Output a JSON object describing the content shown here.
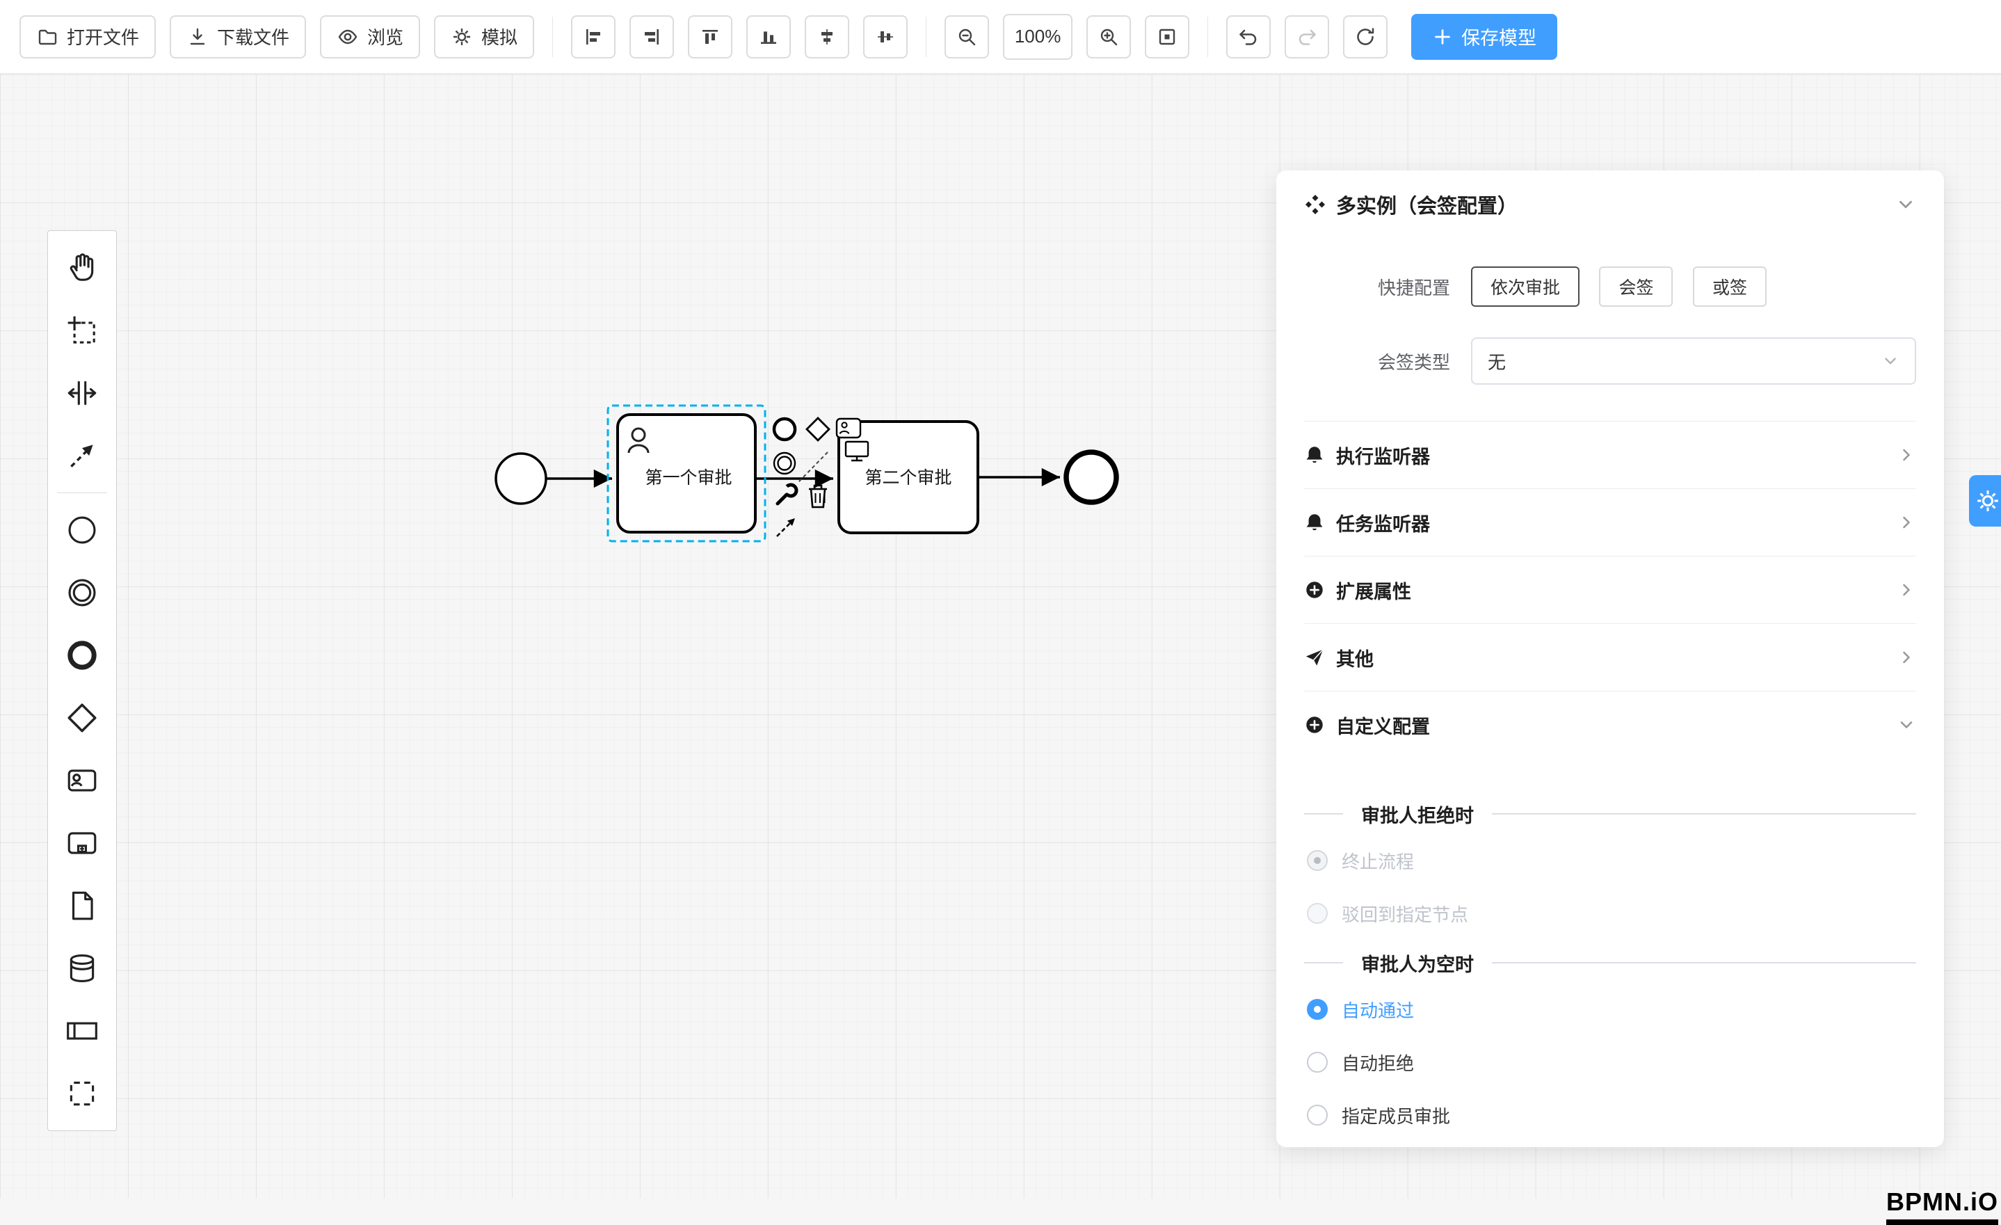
{
  "toolbar": {
    "open_file": "打开文件",
    "download_file": "下载文件",
    "preview": "浏览",
    "simulate": "模拟",
    "zoom_level": "100%",
    "save_model": "保存模型",
    "icons": [
      "folder-icon",
      "download-icon",
      "eye-icon",
      "gear-icon",
      "align-left-icon",
      "align-right-icon",
      "align-top-icon",
      "align-bottom-icon",
      "align-center-horizontal-icon",
      "align-center-vertical-icon",
      "zoom-out-icon",
      "zoom-in-icon",
      "fit-viewport-icon",
      "undo-icon",
      "redo-icon",
      "refresh-icon",
      "plus-icon"
    ]
  },
  "palette": {
    "items": [
      "hand-tool",
      "lasso-tool",
      "space-tool",
      "global-connect-tool",
      "start-event",
      "intermediate-event",
      "end-event",
      "gateway",
      "user-task",
      "subprocess",
      "task",
      "data-store",
      "participant",
      "group"
    ]
  },
  "canvas": {
    "tasks": [
      {
        "label": "第一个审批"
      },
      {
        "label": "第二个审批"
      }
    ],
    "logo": "BPMN.iO"
  },
  "panel": {
    "title": "多实例（会签配置）",
    "quick_config": {
      "label": "快捷配置",
      "options": [
        "依次审批",
        "会签",
        "或签"
      ],
      "active": "依次审批"
    },
    "sign_type": {
      "label": "会签类型",
      "value": "无"
    },
    "sections": [
      {
        "label": "执行监听器",
        "icon": "bell-icon"
      },
      {
        "label": "任务监听器",
        "icon": "bell-icon"
      },
      {
        "label": "扩展属性",
        "icon": "plus-circle-icon"
      },
      {
        "label": "其他",
        "icon": "send-icon"
      },
      {
        "label": "自定义配置",
        "icon": "plus-circle-icon",
        "expanded": true
      }
    ],
    "custom_config": {
      "reject_group": {
        "title": "审批人拒绝时",
        "options": [
          {
            "label": "终止流程",
            "selected": true,
            "disabled": true
          },
          {
            "label": "驳回到指定节点",
            "selected": false,
            "disabled": true
          }
        ]
      },
      "empty_group": {
        "title": "审批人为空时",
        "options": [
          {
            "label": "自动通过",
            "selected": true,
            "disabled": false
          },
          {
            "label": "自动拒绝",
            "selected": false,
            "disabled": false
          },
          {
            "label": "指定成员审批",
            "selected": false,
            "disabled": false
          }
        ]
      }
    }
  },
  "colors": {
    "primary": "#409EFF",
    "selection": "#00b2ee",
    "shape-stroke": "#000000"
  }
}
